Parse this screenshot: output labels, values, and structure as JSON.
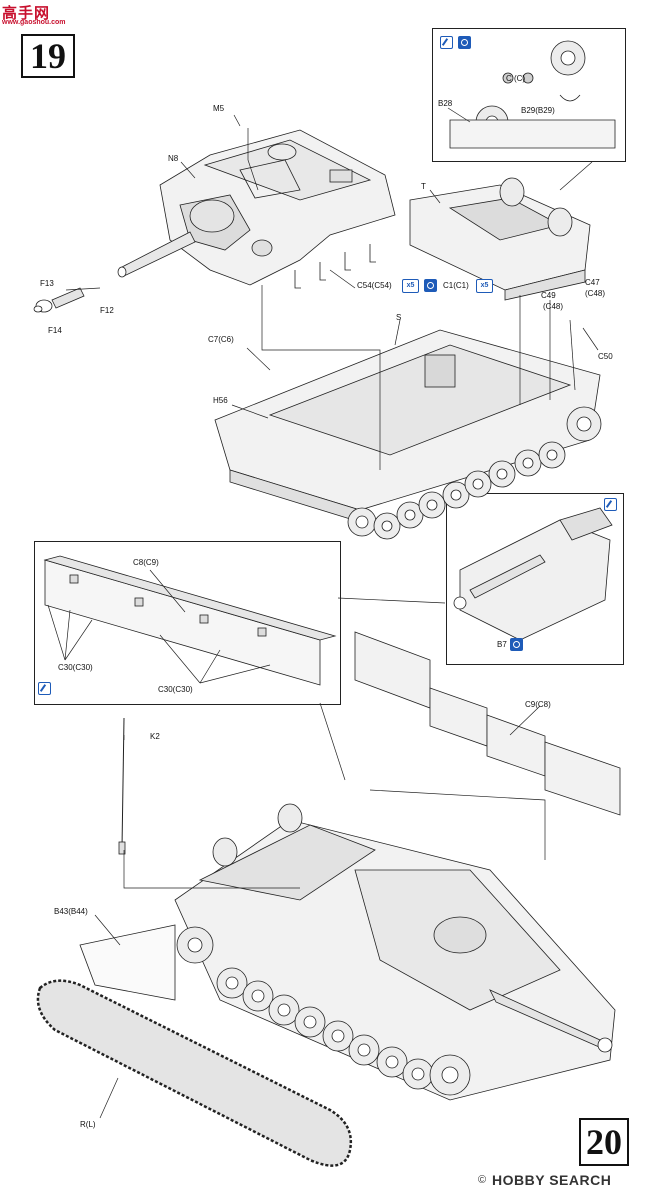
{
  "watermark_top": {
    "logo_chars": "高手网",
    "url": "www.gaoshou.com"
  },
  "watermark_bottom": {
    "brand": "HOBBY SEARCH",
    "copyright": "©"
  },
  "steps": {
    "step19": "19",
    "step20": "20"
  },
  "labels": {
    "m5": "M5",
    "n8": "N8",
    "t": "T",
    "f13": "F13",
    "f12": "F12",
    "f14": "F14",
    "c54": "C54(C54)",
    "c1": "C1(C1)",
    "x5_a": "x5",
    "x5_b": "x5",
    "c47": "C47",
    "c48": "(C48)",
    "c49": "C49",
    "c48b": "(C48)",
    "c50": "C50",
    "c7": "C7(C6)",
    "s": "S",
    "h56": "H56",
    "b28": "B28",
    "b29": "B29(B29)",
    "cc": "C (C)",
    "b7": "B7",
    "c8c9": "C8(C9)",
    "c30a": "C30(C30)",
    "c30b": "C30(C30)",
    "c9c8": "C9(C8)",
    "k2": "K2",
    "b43": "B43(B44)",
    "rl": "R(L)"
  },
  "colors": {
    "accent_blue": "#1e5bb8",
    "line": "#222222",
    "shade": "#e6e6e6"
  }
}
